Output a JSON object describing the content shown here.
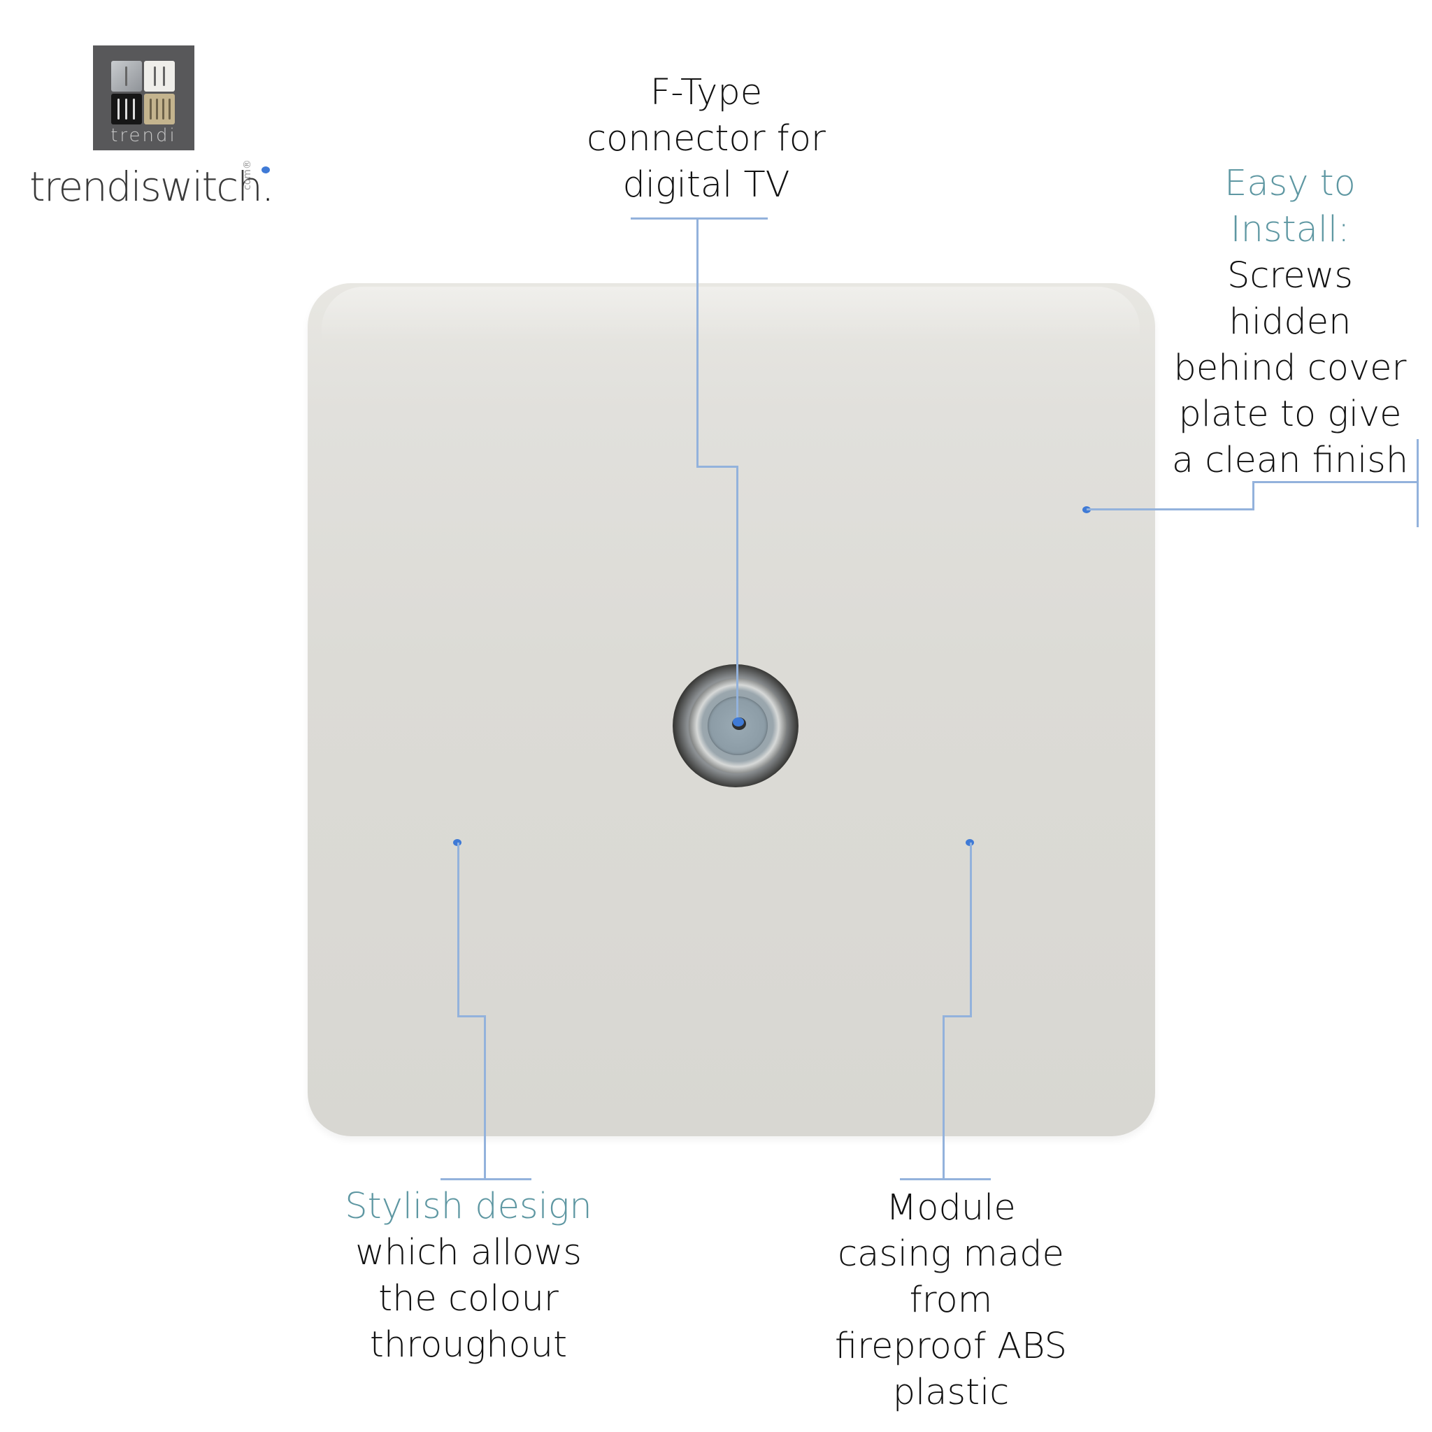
{
  "brand": {
    "logo_badge_text": "trendi",
    "wordmark": "trendiswitch",
    "wordmark_suffix": ".",
    "domain_suffix": "com",
    "registered_mark": "®",
    "tiles": [
      "silver",
      "white",
      "black",
      "gold"
    ]
  },
  "product": {
    "name": "F-Type TV socket single plate",
    "plate_color": "#dcdbd6",
    "connector_icon": "coaxial-f-connector-icon"
  },
  "callouts": {
    "top": {
      "lines": [
        "F-Type",
        "connector for",
        "digital TV"
      ]
    },
    "right": {
      "accent_lines": [
        "Easy to",
        "Install:"
      ],
      "lines": [
        "Screws",
        "hidden",
        "behind cover",
        "plate to give",
        "a clean finish"
      ]
    },
    "bottom_left": {
      "accent_lines": [
        "Stylish design"
      ],
      "lines": [
        "which allows",
        "the colour",
        "throughout"
      ]
    },
    "bottom_right": {
      "lines": [
        "Module",
        "casing made",
        "from",
        "fireproof ABS",
        "plastic"
      ]
    }
  },
  "colors": {
    "accent_text": "#5e97a2",
    "leader_line": "#93b2dc",
    "leader_dot": "#3f7ad6",
    "body_text": "#111111",
    "logo_bg": "#58585a"
  }
}
